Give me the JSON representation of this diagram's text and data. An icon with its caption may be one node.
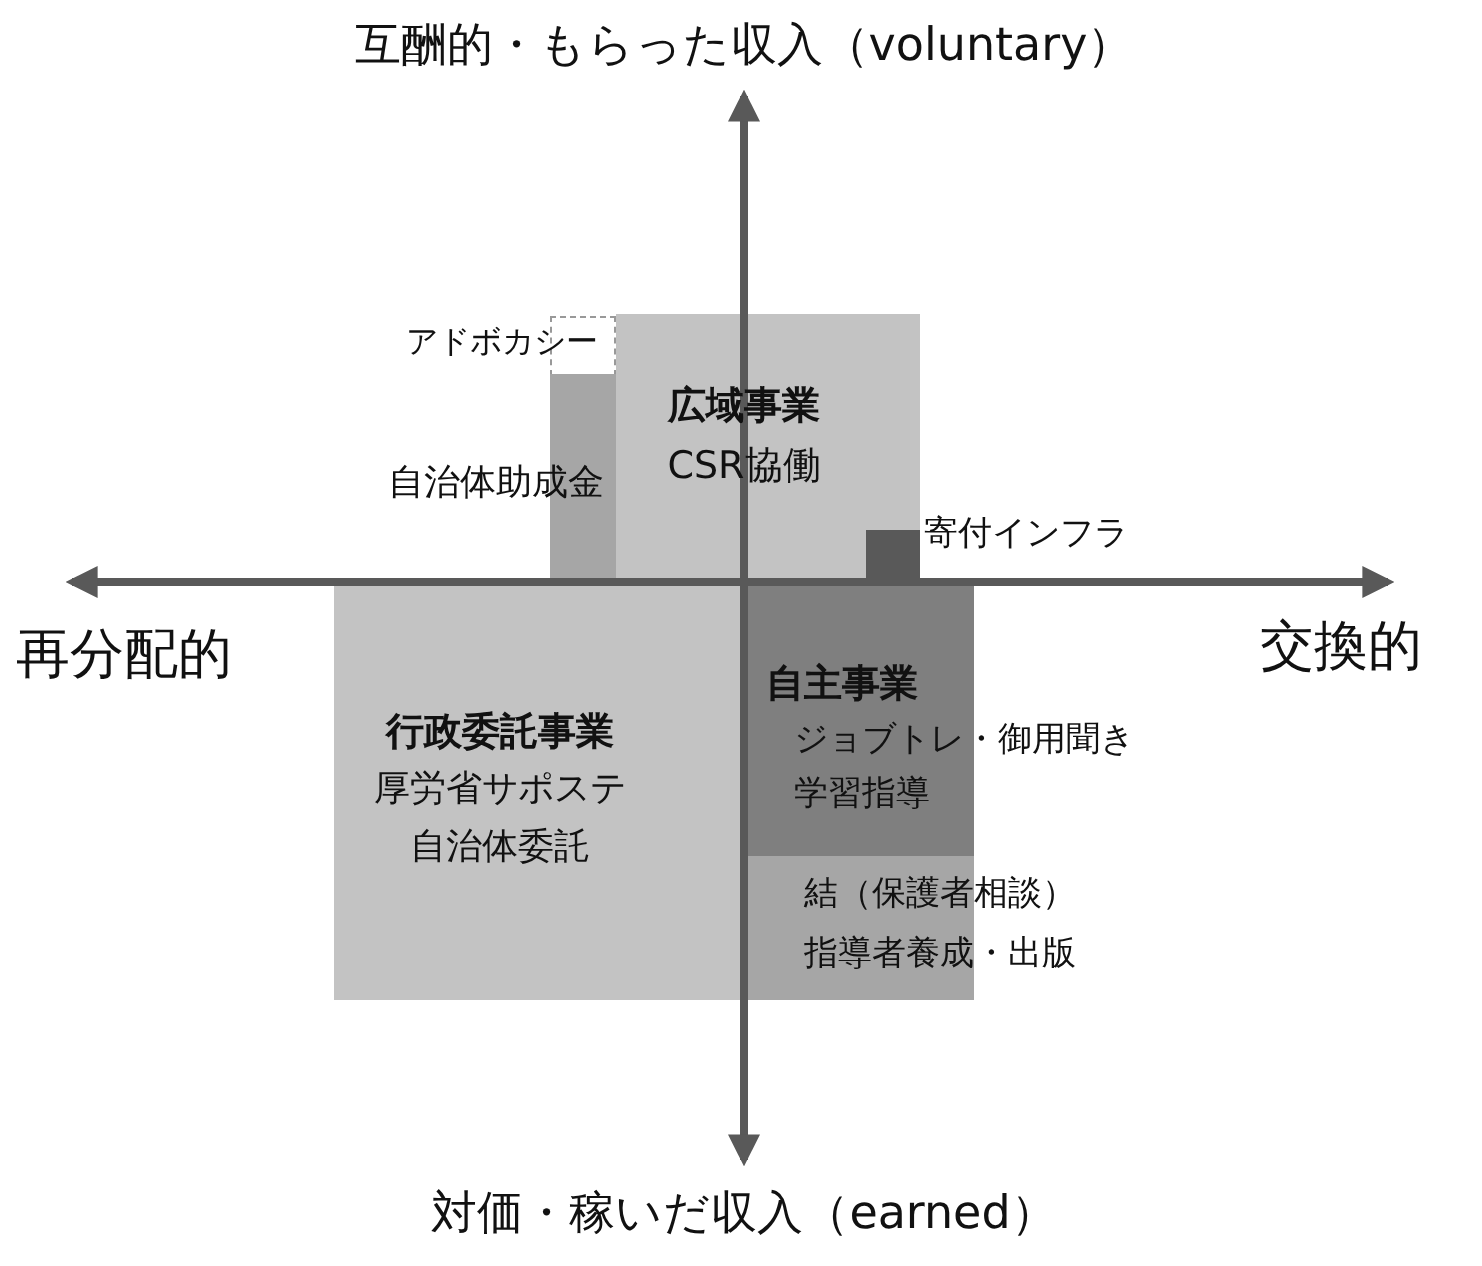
{
  "diagram": {
    "nodes": [
      {
        "text": [],
        "shape": "box",
        "beside": [
          "アドボカシー"
        ]
      },
      {
        "text": [],
        "shape": "box",
        "beside": [
          "自治体助成金"
        ]
      },
      {
        "text": [
          "広域事業",
          "CSR協働"
        ]
      },
      {
        "text": [],
        "shape": "box",
        "beside": [
          "寄付インフラ"
        ],
        "in": 2
      },
      {
        "text": [
          "行政委託事業",
          "厚労省サポステ",
          "自治体委託"
        ]
      },
      {
        "text": [
          "自主事業",
          "ジョブトレ・御用聞き",
          "学習指導"
        ]
      },
      {
        "text": [
          "結（保護者相談）",
          "指導者養成・出版"
        ]
      }
    ],
    "labels": [
      "互酬的・もらった収入（voluntary）",
      "再分配的",
      "交換的",
      "対価・稼いだ収入（earned）"
    ]
  }
}
